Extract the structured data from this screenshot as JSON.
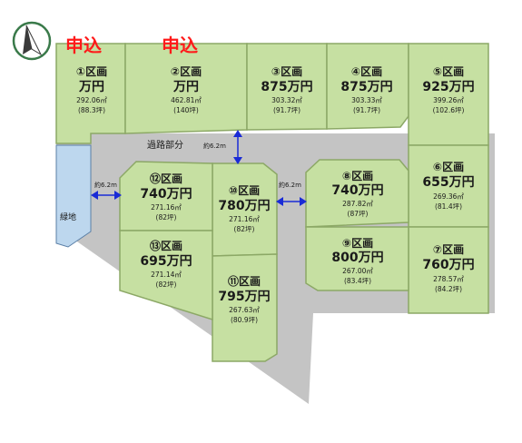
{
  "colors": {
    "lot_fill": "#c6e0a2",
    "lot_stroke": "#8ca866",
    "road": "#c4c4c4",
    "green_area": "#bdd7ee",
    "arrow": "#1a2bd6",
    "sold": "#ff1a1a"
  },
  "compass": {
    "icon": "north-arrow-icon"
  },
  "sold_labels": [
    "申込",
    "申込"
  ],
  "road_label": "過路部分",
  "green_area_label": "緑地",
  "dimension_labels": [
    "約6.2m",
    "約6.2m",
    "約6.2m"
  ],
  "lots": [
    {
      "name": "①区画",
      "price": "万円",
      "area": "292.06㎡",
      "tsubo": "(88.3坪)"
    },
    {
      "name": "②区画",
      "price": "万円",
      "area": "462.81㎡",
      "tsubo": "(140坪)"
    },
    {
      "name": "③区画",
      "price": "875万円",
      "area": "303.32㎡",
      "tsubo": "(91.7坪)"
    },
    {
      "name": "④区画",
      "price": "875万円",
      "area": "303.33㎡",
      "tsubo": "(91.7坪)"
    },
    {
      "name": "⑤区画",
      "price": "925万円",
      "area": "399.26㎡",
      "tsubo": "(102.6坪)"
    },
    {
      "name": "⑥区画",
      "price": "655万円",
      "area": "269.36㎡",
      "tsubo": "(81.4坪)"
    },
    {
      "name": "⑦区画",
      "price": "760万円",
      "area": "278.57㎡",
      "tsubo": "(84.2坪)"
    },
    {
      "name": "⑧区画",
      "price": "740万円",
      "area": "287.82㎡",
      "tsubo": "(87坪)"
    },
    {
      "name": "⑨区画",
      "price": "800万円",
      "area": "267.00㎡",
      "tsubo": "(83.4坪)"
    },
    {
      "name": "⑩区画",
      "price": "780万円",
      "area": "271.16㎡",
      "tsubo": "(82坪)"
    },
    {
      "name": "⑪区画",
      "price": "795万円",
      "area": "267.63㎡",
      "tsubo": "(80.9坪)"
    },
    {
      "name": "⑫区画",
      "price": "740万円",
      "area": "271.16㎡",
      "tsubo": "(82坪)"
    },
    {
      "name": "⑬区画",
      "price": "695万円",
      "area": "271.14㎡",
      "tsubo": "(82坪)"
    }
  ]
}
